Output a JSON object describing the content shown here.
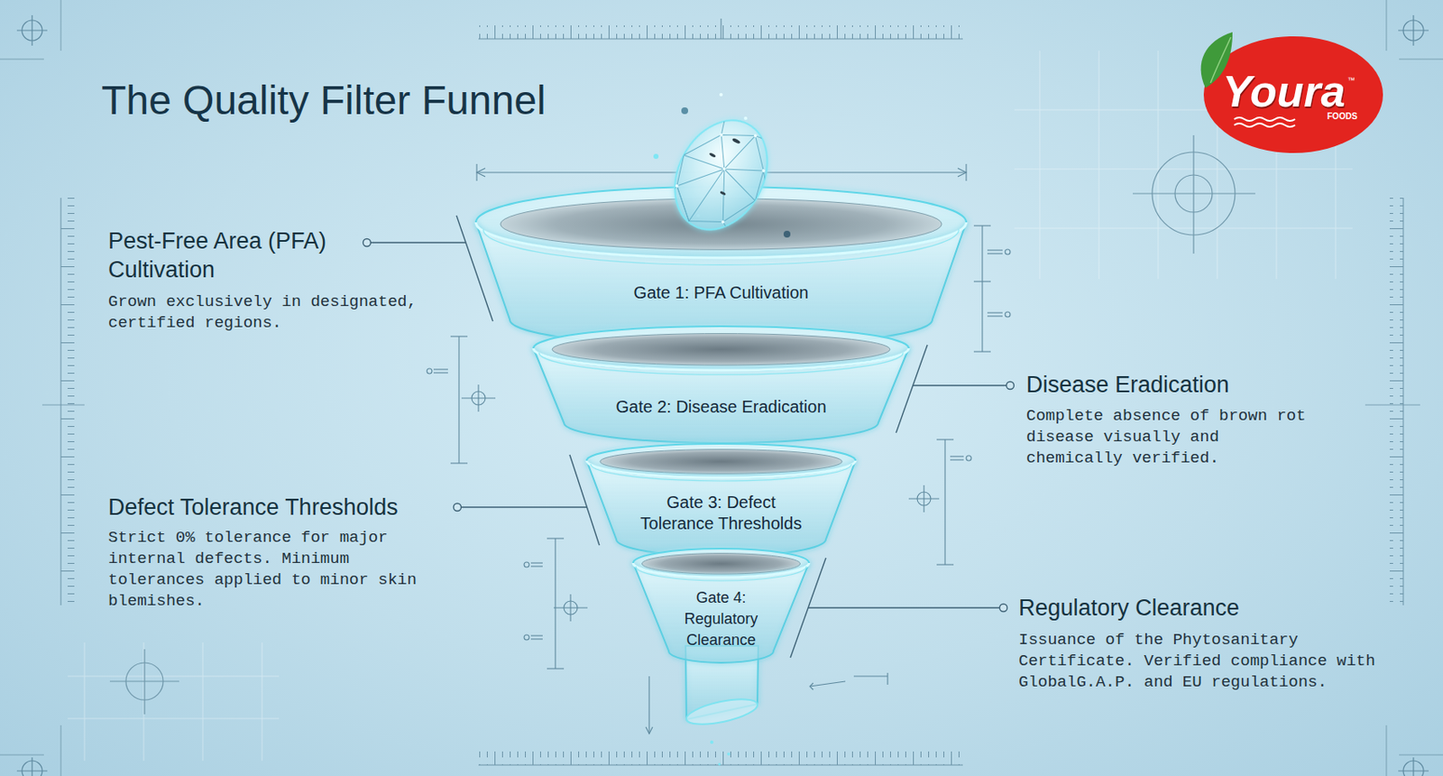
{
  "diagram": {
    "title": "The Quality Filter Funnel",
    "nodes": [
      {
        "text": [
          "Gate 1: PFA Cultivation"
        ]
      },
      {
        "text": [
          "Gate 2: Disease Eradication"
        ]
      },
      {
        "text": [
          "Gate 3: Defect Tolerance Thresholds"
        ]
      },
      {
        "text": [
          "Gate 4: Regulatory Clearance"
        ]
      }
    ],
    "labels": [
      "Pest-Free Area (PFA) Cultivation",
      "Grown exclusively in designated, certified regions.",
      "Disease Eradication",
      "Complete absence of brown rot disease visually and chemically verified.",
      "Defect Tolerance Thresholds",
      "Strict 0% tolerance for major internal defects. Minimum tolerances applied to minor skin blemishes.",
      "Regulatory Clearance",
      "Issuance of the Phytosanitary Certificate. Verified compliance with GlobalG.A.P. and EU regulations.",
      "Youra",
      "FOODS",
      "™"
    ]
  }
}
